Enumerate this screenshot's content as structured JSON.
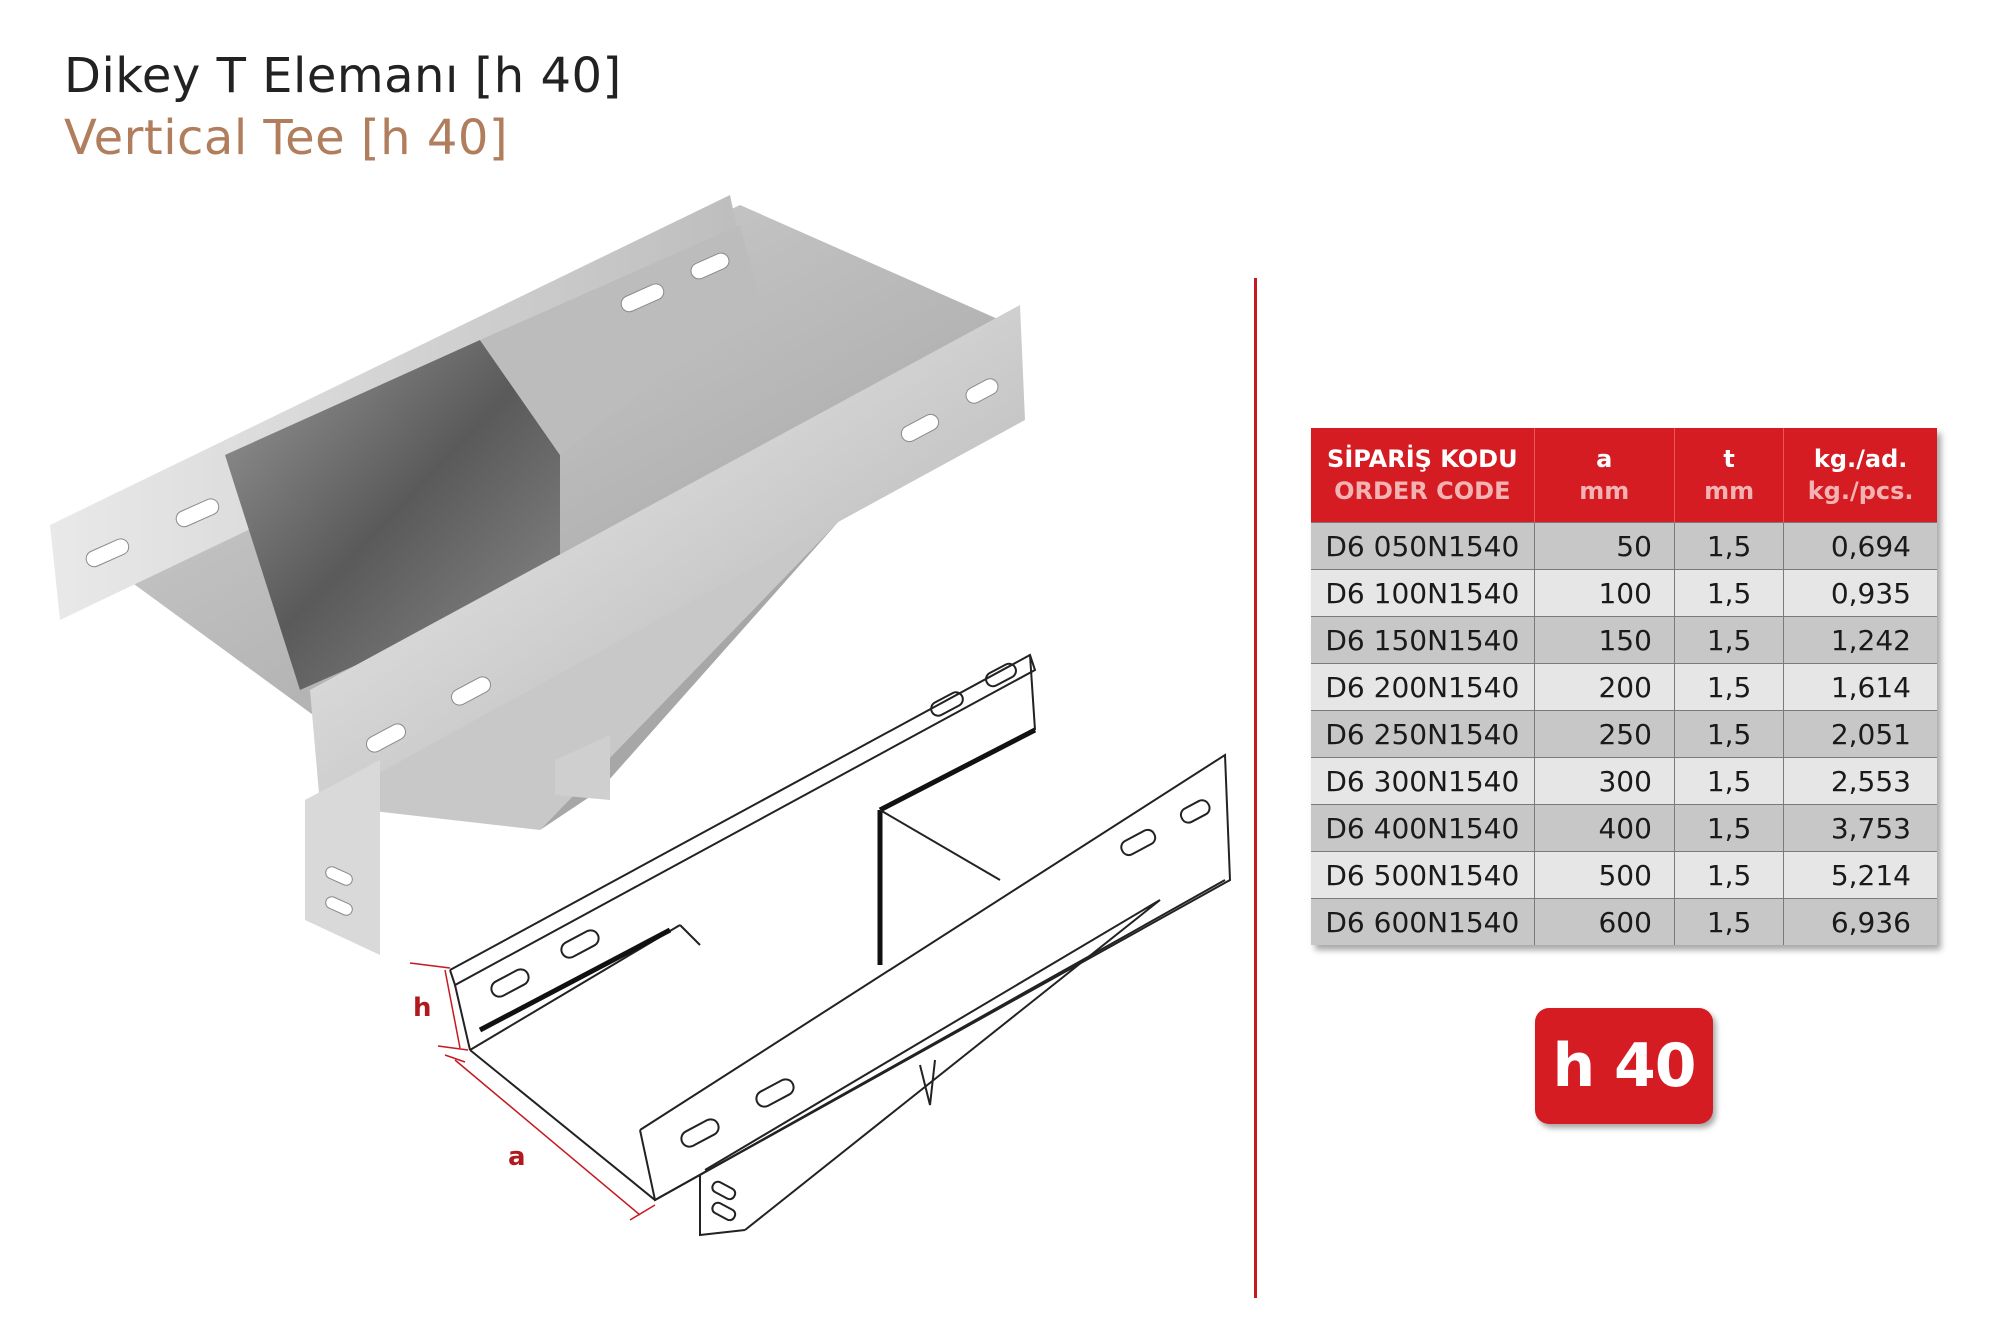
{
  "title": {
    "tr": "Dikey T Elemanı [h 40]",
    "en": "Vertical Tee [h 40]"
  },
  "dimensions": {
    "h": "h",
    "a": "a"
  },
  "table": {
    "headers": [
      {
        "main": "SİPARİŞ KODU",
        "sub": "ORDER CODE"
      },
      {
        "main": "a",
        "sub": "mm"
      },
      {
        "main": "t",
        "sub": "mm"
      },
      {
        "main": "kg./ad.",
        "sub": "kg./pcs."
      }
    ],
    "rows": [
      {
        "code": "D6 050N1540",
        "a": "50",
        "t": "1,5",
        "kg": "0,694"
      },
      {
        "code": "D6 100N1540",
        "a": "100",
        "t": "1,5",
        "kg": "0,935"
      },
      {
        "code": "D6 150N1540",
        "a": "150",
        "t": "1,5",
        "kg": "1,242"
      },
      {
        "code": "D6 200N1540",
        "a": "200",
        "t": "1,5",
        "kg": "1,614"
      },
      {
        "code": "D6 250N1540",
        "a": "250",
        "t": "1,5",
        "kg": "2,051"
      },
      {
        "code": "D6 300N1540",
        "a": "300",
        "t": "1,5",
        "kg": "2,553"
      },
      {
        "code": "D6 400N1540",
        "a": "400",
        "t": "1,5",
        "kg": "3,753"
      },
      {
        "code": "D6 500N1540",
        "a": "500",
        "t": "1,5",
        "kg": "5,214"
      },
      {
        "code": "D6 600N1540",
        "a": "600",
        "t": "1,5",
        "kg": "6,936"
      }
    ]
  },
  "badge": "h 40",
  "colors": {
    "accent": "#d41c22",
    "title_en": "#b07e5c",
    "row_dark": "#c7c7c7",
    "row_light": "#e6e6e6"
  }
}
